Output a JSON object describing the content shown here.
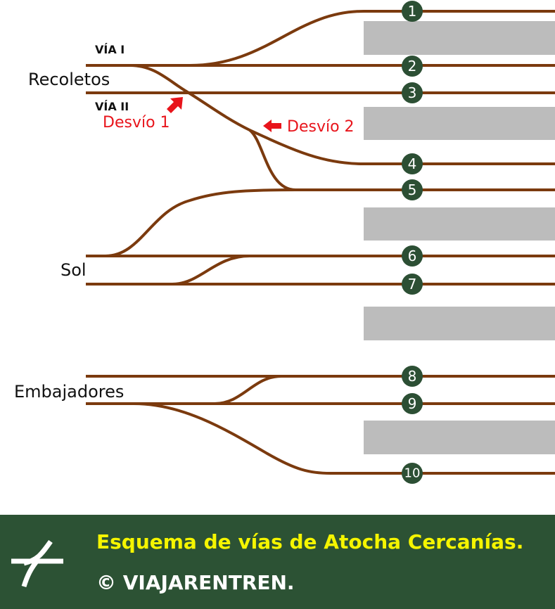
{
  "stations": {
    "recoletos": "Recoletos",
    "sol": "Sol",
    "embajadores": "Embajadores"
  },
  "vias": {
    "via1": "VÍA I",
    "via2": "VÍA II"
  },
  "desvios": {
    "d1": "Desvío 1",
    "d2": "Desvío 2"
  },
  "tracks": [
    "1",
    "2",
    "3",
    "4",
    "5",
    "6",
    "7",
    "8",
    "9",
    "10"
  ],
  "colors": {
    "track": "#7b3a0e",
    "platform": "#bcbcbc",
    "badge": "#2c4f34",
    "footer": "#2c5234",
    "title": "#f5f500",
    "desvio": "#e8141b"
  },
  "footer": {
    "icon": "railway-switch-icon",
    "title": "Esquema de vías de Atocha Cercanías.",
    "credit": "© VIAJARENTREN."
  }
}
